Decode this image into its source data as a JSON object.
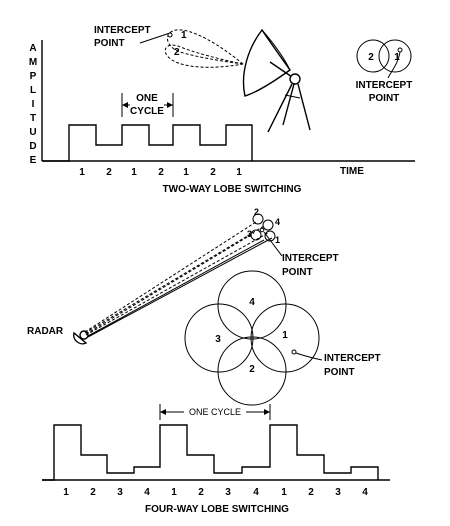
{
  "top": {
    "intercept_label_1": "INTERCEPT",
    "intercept_label_2": "POINT",
    "amplitude_letters": [
      "A",
      "M",
      "P",
      "L",
      "I",
      "T",
      "U",
      "D",
      "E"
    ],
    "time_label": "TIME",
    "cycle_label_1": "ONE",
    "cycle_label_2": "CYCLE",
    "lobe_labels": [
      "1",
      "2"
    ],
    "circle_labels": [
      "2",
      "1"
    ],
    "right_intercept_1": "INTERCEPT",
    "right_intercept_2": "POINT",
    "pulse_numbers": [
      "1",
      "2",
      "1",
      "2",
      "1",
      "2",
      "1"
    ],
    "caption": "TWO-WAY LOBE SWITCHING"
  },
  "bottom": {
    "radar_label": "RADAR",
    "tip_numbers": [
      "3",
      "2",
      "4",
      "1"
    ],
    "intercept_label_1": "INTERCEPT",
    "intercept_label_2": "POINT",
    "lobe_numbers": [
      "4",
      "3",
      "1",
      "2"
    ],
    "intercept2_label_1": "INTERCEPT",
    "intercept2_label_2": "POINT",
    "cycle_label": "ONE CYCLE",
    "pulse_numbers": [
      "1",
      "2",
      "3",
      "4",
      "1",
      "2",
      "3",
      "4",
      "1",
      "2",
      "3",
      "4"
    ],
    "caption": "FOUR-WAY LOBE SWITCHING"
  }
}
